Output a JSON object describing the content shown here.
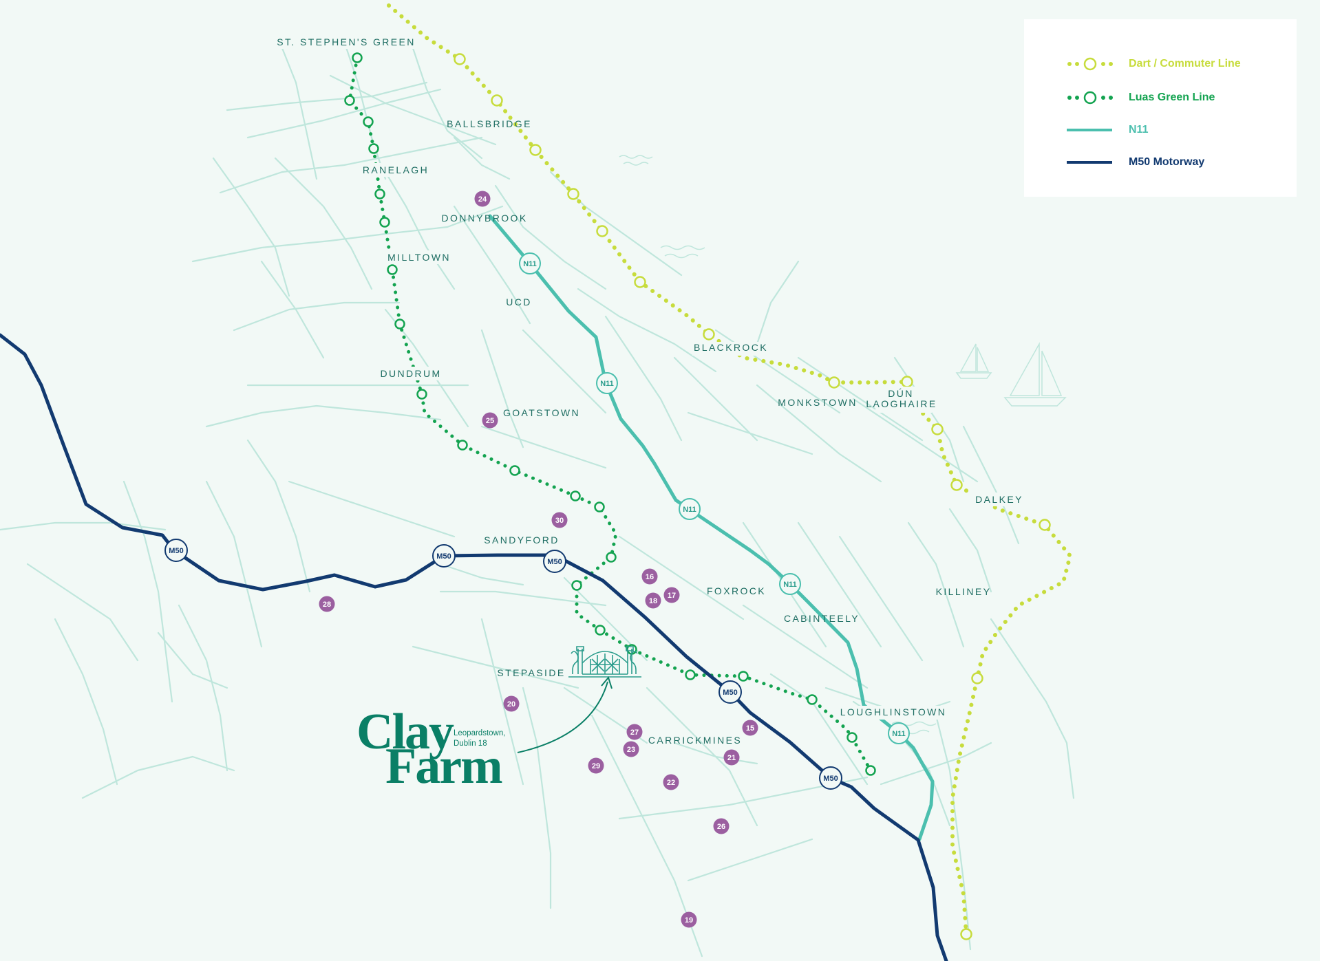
{
  "legend": {
    "items": [
      {
        "label": "Dart / Commuter Line",
        "color": "#c7dc3c",
        "style": "dotted-ring",
        "icon": "dart-line-icon"
      },
      {
        "label": "Luas Green Line",
        "color": "#13a350",
        "style": "dotted-ring",
        "icon": "luas-line-icon"
      },
      {
        "label": "N11",
        "color": "#4bbfae",
        "style": "solid",
        "icon": "n11-line-icon"
      },
      {
        "label": "M50 Motorway",
        "color": "#123a70",
        "style": "solid",
        "icon": "m50-line-icon"
      }
    ]
  },
  "places": [
    "ST. STEPHEN'S GREEN",
    "BALLSBRIDGE",
    "RANELAGH",
    "DONNYBROOK",
    "MILLTOWN",
    "UCD",
    "BLACKROCK",
    "DUNDRUM",
    "GOATSTOWN",
    "MONKSTOWN",
    "DÚN",
    "LAOGHAIRE",
    "DALKEY",
    "SANDYFORD",
    "FOXROCK",
    "KILLINEY",
    "CABINTEELY",
    "STEPASIDE",
    "LOUGHLINSTOWN",
    "CARRICKMINES"
  ],
  "roads": {
    "n11_label": "N11",
    "m50_label": "M50"
  },
  "points_of_interest": [
    "24",
    "25",
    "30",
    "16",
    "18",
    "17",
    "28",
    "20",
    "27",
    "23",
    "29",
    "22",
    "21",
    "15",
    "26",
    "19"
  ],
  "brand": {
    "line1": "Clay",
    "line2": "Farm",
    "address_line1": "Leopardstown,",
    "address_line2": "Dublin 18"
  },
  "colors": {
    "background": "#f2f9f6",
    "roads_minor": "#bfe6dc",
    "dart": "#c7dc3c",
    "luas": "#13a350",
    "n11": "#4bbfae",
    "m50": "#123a70",
    "poi": "#9b5fa0",
    "label": "#1f6e63",
    "brand": "#0a7f66"
  }
}
